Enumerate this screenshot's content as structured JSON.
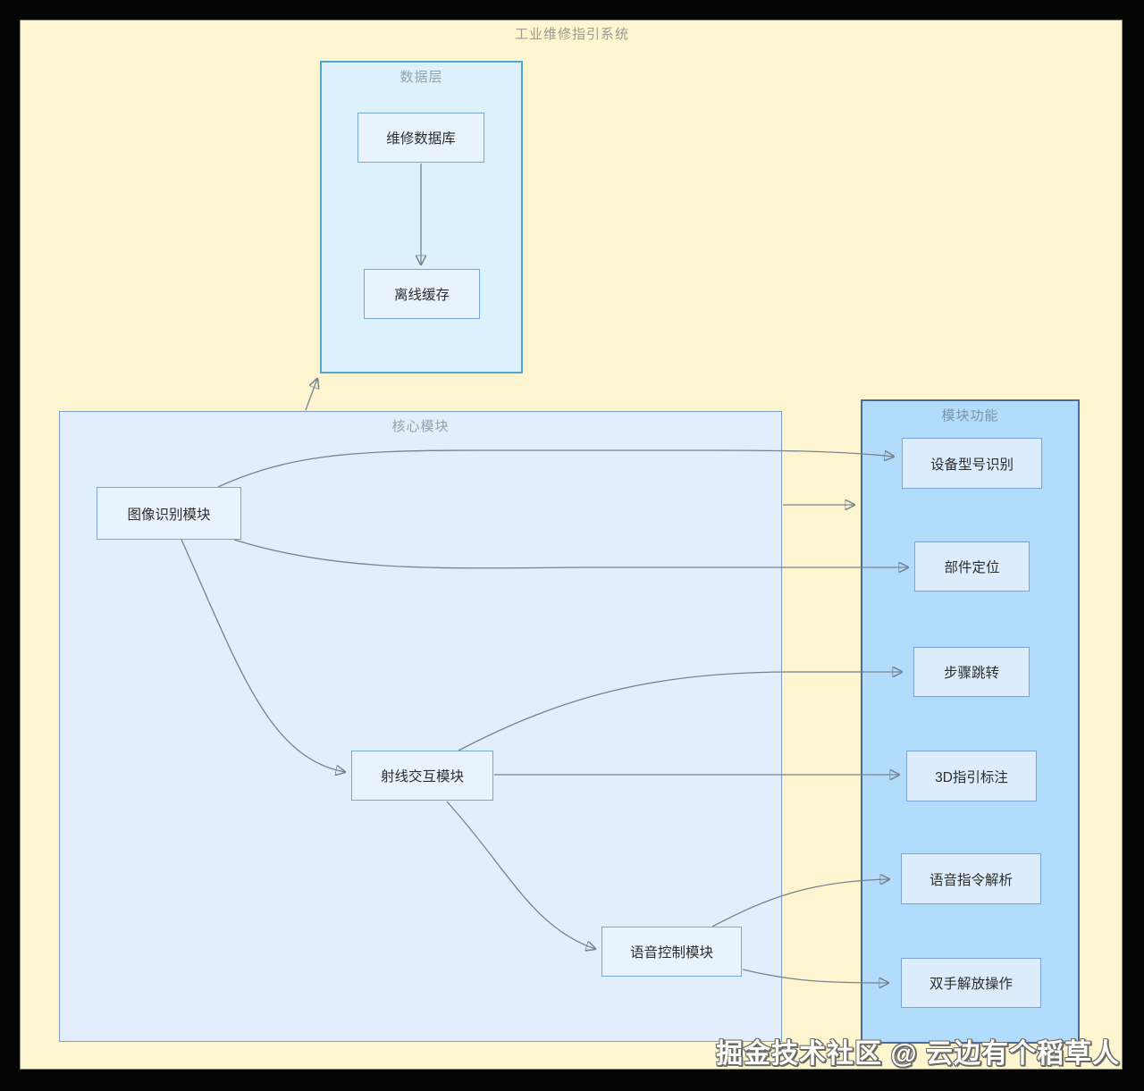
{
  "page": {
    "title": "工业维修指引系统",
    "watermark": "掘金技术社区 @ 云边有个稻草人"
  },
  "groups": {
    "data_layer": {
      "label": "数据层"
    },
    "core": {
      "label": "核心模块"
    },
    "functions": {
      "label": "模块功能"
    }
  },
  "nodes": {
    "repair_db": {
      "label": "维修数据库"
    },
    "offline_cache": {
      "label": "离线缓存"
    },
    "image_recognition": {
      "label": "图像识别模块"
    },
    "ray_interaction": {
      "label": "射线交互模块"
    },
    "voice_control": {
      "label": "语音控制模块"
    },
    "device_model": {
      "label": "设备型号识别"
    },
    "part_location": {
      "label": "部件定位"
    },
    "step_jump": {
      "label": "步骤跳转"
    },
    "guide_3d": {
      "label": "3D指引标注"
    },
    "voice_parse": {
      "label": "语音指令解析"
    },
    "hands_free": {
      "label": "双手解放操作"
    }
  },
  "edges": [
    {
      "from": "repair_db",
      "to": "offline_cache"
    },
    {
      "from": "core",
      "to": "data_layer"
    },
    {
      "from": "core",
      "to": "functions"
    },
    {
      "from": "image_recognition",
      "to": "device_model"
    },
    {
      "from": "image_recognition",
      "to": "part_location"
    },
    {
      "from": "image_recognition",
      "to": "ray_interaction"
    },
    {
      "from": "ray_interaction",
      "to": "step_jump"
    },
    {
      "from": "ray_interaction",
      "to": "guide_3d"
    },
    {
      "from": "ray_interaction",
      "to": "voice_control"
    },
    {
      "from": "voice_control",
      "to": "voice_parse"
    },
    {
      "from": "voice_control",
      "to": "hands_free"
    }
  ],
  "colors": {
    "background_frame": "#050505",
    "canvas": "#fcf5cf",
    "data_layer_fill": "#ddf1fc",
    "data_layer_border": "#55a7c9",
    "core_fill": "#e2eefb",
    "core_border": "#7b9cc6",
    "functions_fill": "#b2dcfb",
    "functions_border": "#4a6ba2",
    "node_fill": "#e9f3fd",
    "node_border": "#77a6d9",
    "edge": "#76828f",
    "title_text": "#9b9b93",
    "node_text": "#2d2d2d"
  }
}
